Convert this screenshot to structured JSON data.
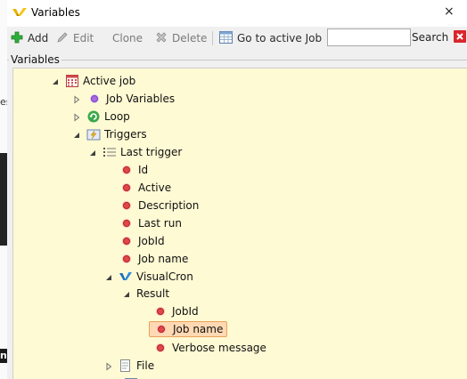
{
  "window": {
    "title": "Variables"
  },
  "edge_fragments": [
    "es",
    "n"
  ],
  "toolbar": {
    "add_label": "Add",
    "edit_label": "Edit",
    "clone_label": "Clone",
    "delete_label": "Delete",
    "goto_label": "Go to active Job",
    "search_value": "",
    "search_label": "Search"
  },
  "panel": {
    "label": "Variables"
  },
  "tree": {
    "active_job": "Active job",
    "job_variables": "Job Variables",
    "loop": "Loop",
    "triggers": "Triggers",
    "last_trigger": "Last trigger",
    "last_trigger_items": [
      "Id",
      "Active",
      "Description",
      "Last run",
      "JobId",
      "Job name"
    ],
    "visualcron": "VisualCron",
    "result": "Result",
    "result_items": [
      "JobId",
      "Job name",
      "Verbose message"
    ],
    "file": "File"
  },
  "colors": {
    "tree_background": "#fefad4",
    "selection_fill": "#ffd9b3",
    "selection_border": "#e8a25c",
    "bullet_red": "#e04848",
    "bullet_purple": "#a86be0",
    "add_green": "#2eae3a",
    "search_clear_red": "#d9262c"
  },
  "icons": {
    "add": "plus-icon",
    "edit": "pencil-icon",
    "delete": "cross-icon",
    "goto": "grid-icon",
    "search_clear": "red-x-icon",
    "active_job": "calendar-icon",
    "loop": "refresh-icon",
    "triggers": "trigger-folder-icon",
    "last_trigger": "list-icon",
    "visualcron": "visualcron-logo-icon",
    "bullet": "bullet-icon"
  }
}
